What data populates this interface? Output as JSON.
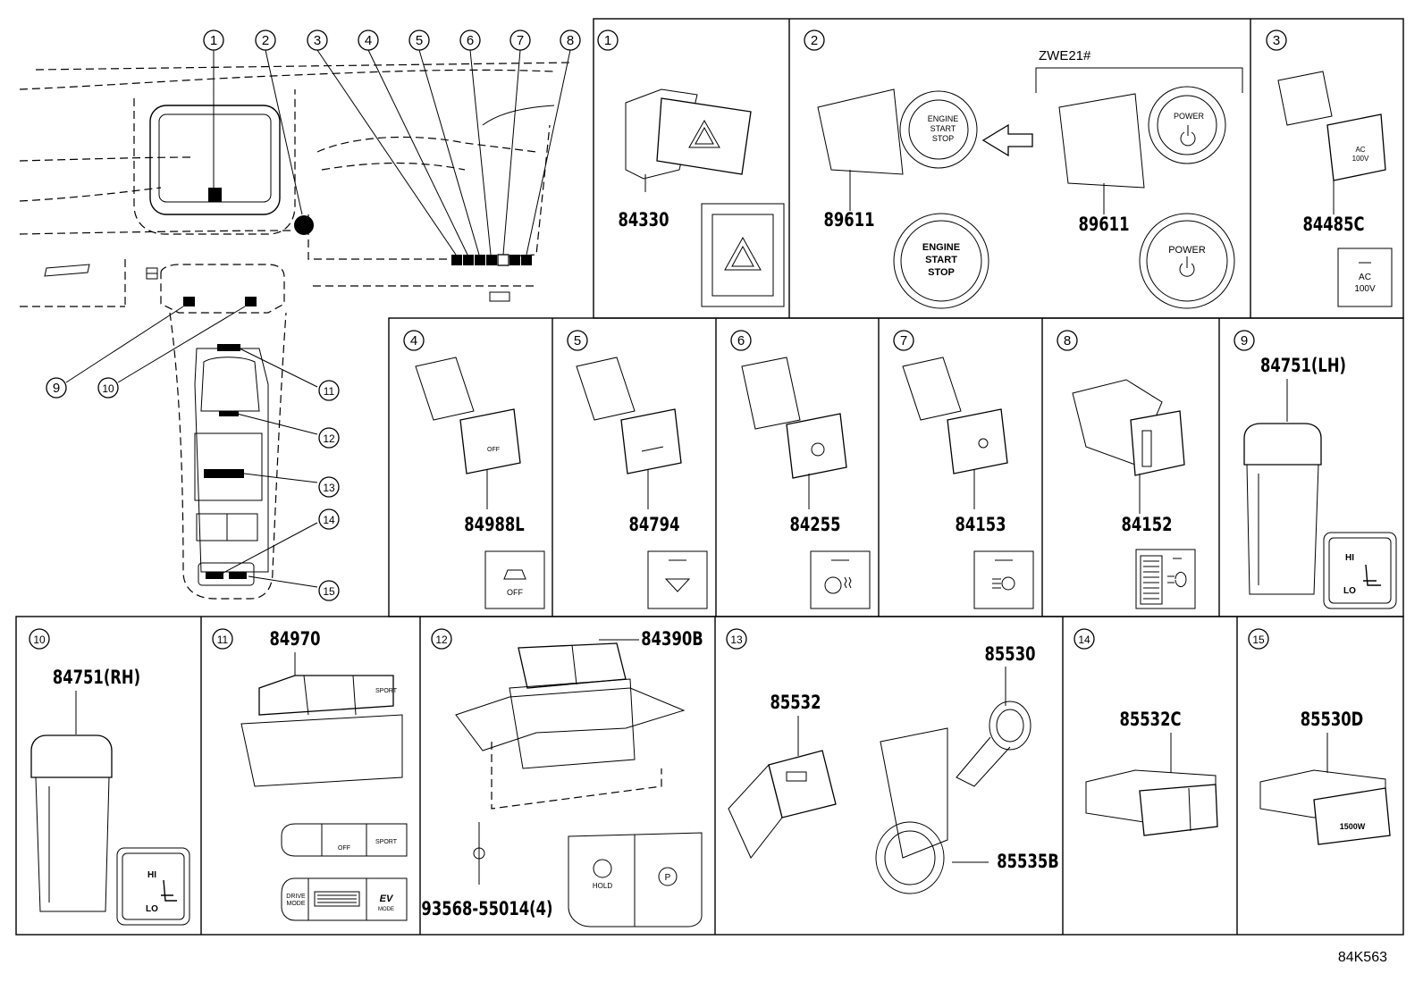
{
  "diagram_id": "84K563",
  "variant_label": "ZWE21#",
  "callouts": [
    "1",
    "2",
    "3",
    "4",
    "5",
    "6",
    "7",
    "8",
    "9",
    "10",
    "11",
    "12",
    "13",
    "14",
    "15"
  ],
  "parts": {
    "p1": "84330",
    "p2a": "89611",
    "p2b": "89611",
    "p3": "84485C",
    "p4": "84988L",
    "p5": "84794",
    "p6": "84255",
    "p7": "84153",
    "p8": "84152",
    "p9": "84751(LH)",
    "p10": "84751(RH)",
    "p11": "84970",
    "p12": "84390B",
    "p12b": "93568-55014(4)",
    "p13a": "85532",
    "p13b": "85530",
    "p13c": "85535B",
    "p14": "85532C",
    "p15": "85530D"
  },
  "button_text": {
    "engine": "ENGINE",
    "start": "START",
    "stop": "STOP",
    "power": "POWER",
    "ac": "AC",
    "volt": "100V",
    "off": "OFF",
    "hi": "HI",
    "lo": "LO",
    "sport": "SPORT",
    "drive": "DRIVE",
    "mode": "MODE",
    "ev": "EV",
    "hold": "HOLD",
    "p": "P",
    "watt": "1500W"
  }
}
